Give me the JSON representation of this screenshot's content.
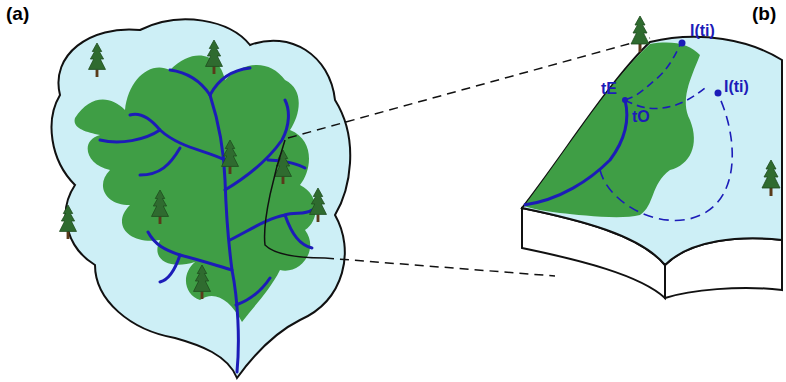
{
  "diagram": {
    "labels": [
      "(a)",
      "(b)",
      "tE",
      "tO",
      "I(ti)",
      "I(ti)"
    ]
  }
}
